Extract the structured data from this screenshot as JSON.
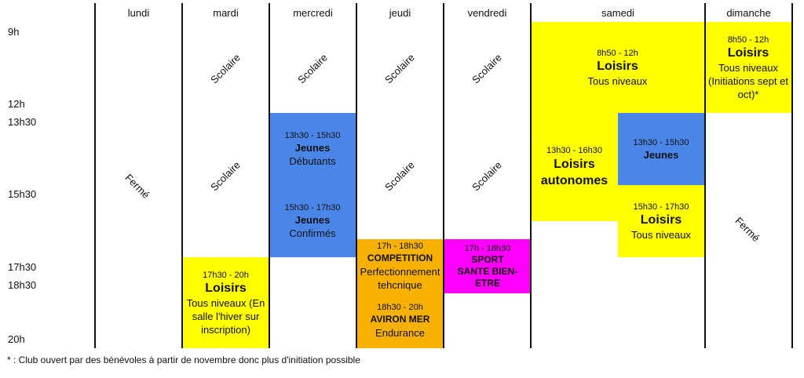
{
  "days": [
    "lundi",
    "mardi",
    "mercredi",
    "jeudi",
    "vendredi",
    "samedi",
    "dimanche"
  ],
  "times": [
    "9h",
    "12h",
    "13h30",
    "15h30",
    "17h30",
    "18h30",
    "20h"
  ],
  "scolaire": "Scolaire",
  "ferme": "Fermé",
  "blocks": {
    "samedi_morning": {
      "time": "8h50 - 12h",
      "title": "Loisirs",
      "sub": "Tous niveaux"
    },
    "dimanche_morning": {
      "time": "8h50 - 12h",
      "title": "Loisirs",
      "sub": "Tous niveaux (Initiations sept et oct)*"
    },
    "mercredi_jeunes_debutants": {
      "time": "13h30 - 15h30",
      "title": "Jeunes",
      "sub": "Débutants"
    },
    "mercredi_jeunes_confirmes": {
      "time": "15h30 - 17h30",
      "title": "Jeunes",
      "sub": "Confirmés"
    },
    "samedi_autonomes": {
      "time": "13h30 - 16h30",
      "title": "Loisirs autonomes"
    },
    "samedi_jeunes": {
      "time": "13h30 - 15h30",
      "title": "Jeunes"
    },
    "samedi_loisirs_pm": {
      "time": "15h30 - 17h30",
      "title": "Loisirs",
      "sub": "Tous niveaux"
    },
    "mardi_loisirs": {
      "time": "17h30 - 20h",
      "title": "Loisirs",
      "sub": "Tous niveaux (En salle l'hiver sur inscription)"
    },
    "jeudi_competition": {
      "time": "17h - 18h30",
      "title": "COMPETITION",
      "sub": "Perfectionnement tehcnique"
    },
    "jeudi_aviron": {
      "time": "18h30 - 20h",
      "title": "AVIRON MER",
      "sub": "Endurance"
    },
    "vendredi_sport": {
      "time": "17h - 18h30",
      "title": "SPORT SANTE BIEN-ETRE"
    }
  },
  "footnote": "* : Club ouvert par des bénévoles à partir de novembre donc plus d'initiation possible",
  "colors": {
    "yellow": "#ffff00",
    "blue": "#4a86e8",
    "orange": "#f9b100",
    "magenta": "#ff00ff"
  }
}
